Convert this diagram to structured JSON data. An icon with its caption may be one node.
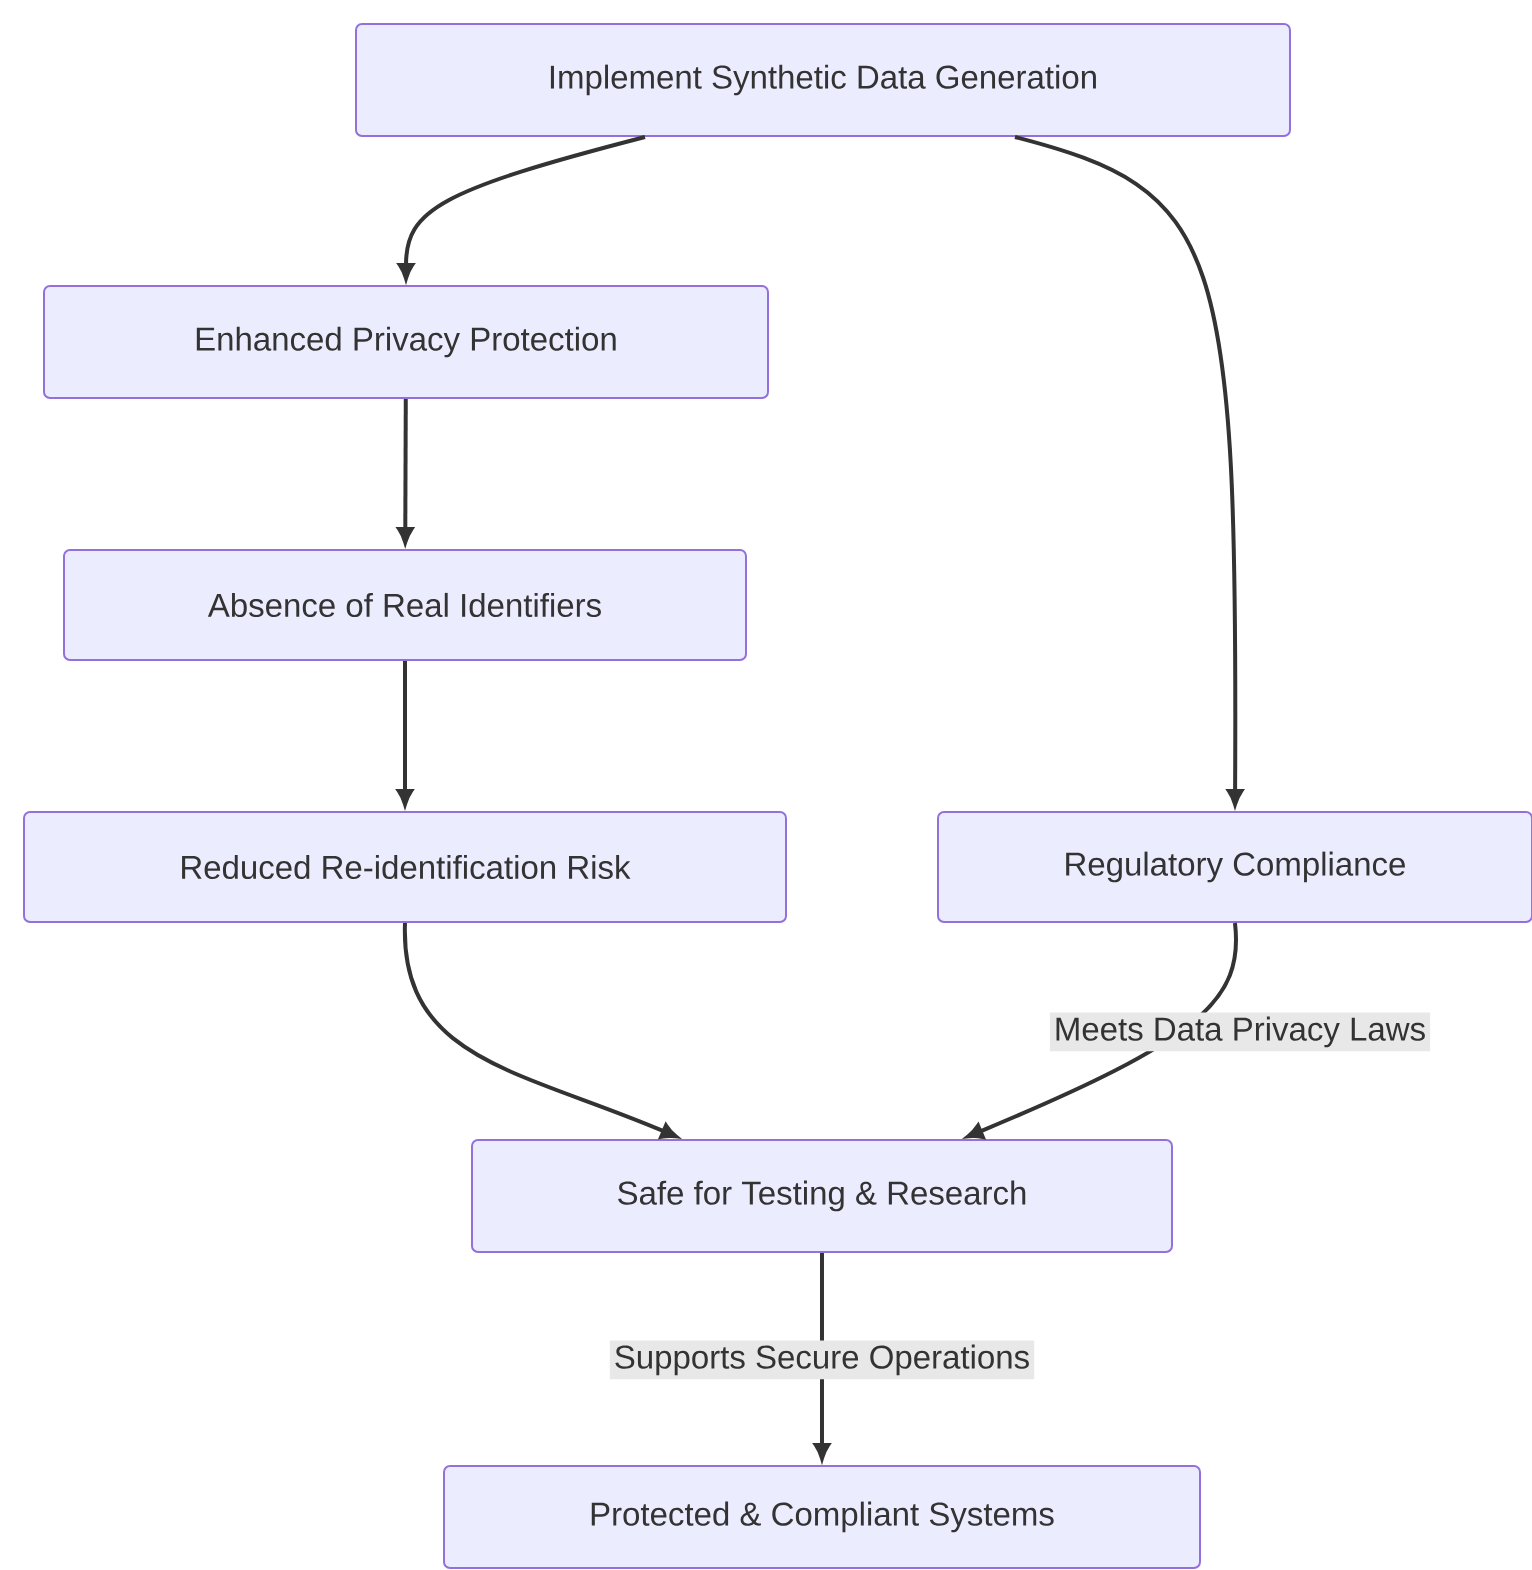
{
  "diagram": {
    "nodes": [
      {
        "text": [
          "Implement Synthetic Data Generation"
        ]
      },
      {
        "text": [
          "Enhanced Privacy Protection"
        ]
      },
      {
        "text": [
          "Absence of Real Identifiers"
        ]
      },
      {
        "text": [
          "Reduced Re-identification Risk"
        ]
      },
      {
        "text": [
          "Regulatory Compliance"
        ]
      },
      {
        "text": [
          "Safe for Testing & Research"
        ]
      },
      {
        "text": [
          "Protected & Compliant Systems"
        ]
      }
    ],
    "edges": [
      {
        "from": 0,
        "to": 1,
        "arrow": "to"
      },
      {
        "from": 0,
        "to": 4,
        "arrow": "to"
      },
      {
        "from": 1,
        "to": 2,
        "arrow": "to"
      },
      {
        "from": 2,
        "to": 3,
        "arrow": "to"
      },
      {
        "from": 3,
        "to": 5,
        "arrow": "to"
      },
      {
        "from": 4,
        "to": 5,
        "arrow": "to",
        "label": "Meets Data Privacy Laws"
      },
      {
        "from": 5,
        "to": 6,
        "arrow": "to",
        "label": "Supports Secure Operations"
      }
    ]
  }
}
